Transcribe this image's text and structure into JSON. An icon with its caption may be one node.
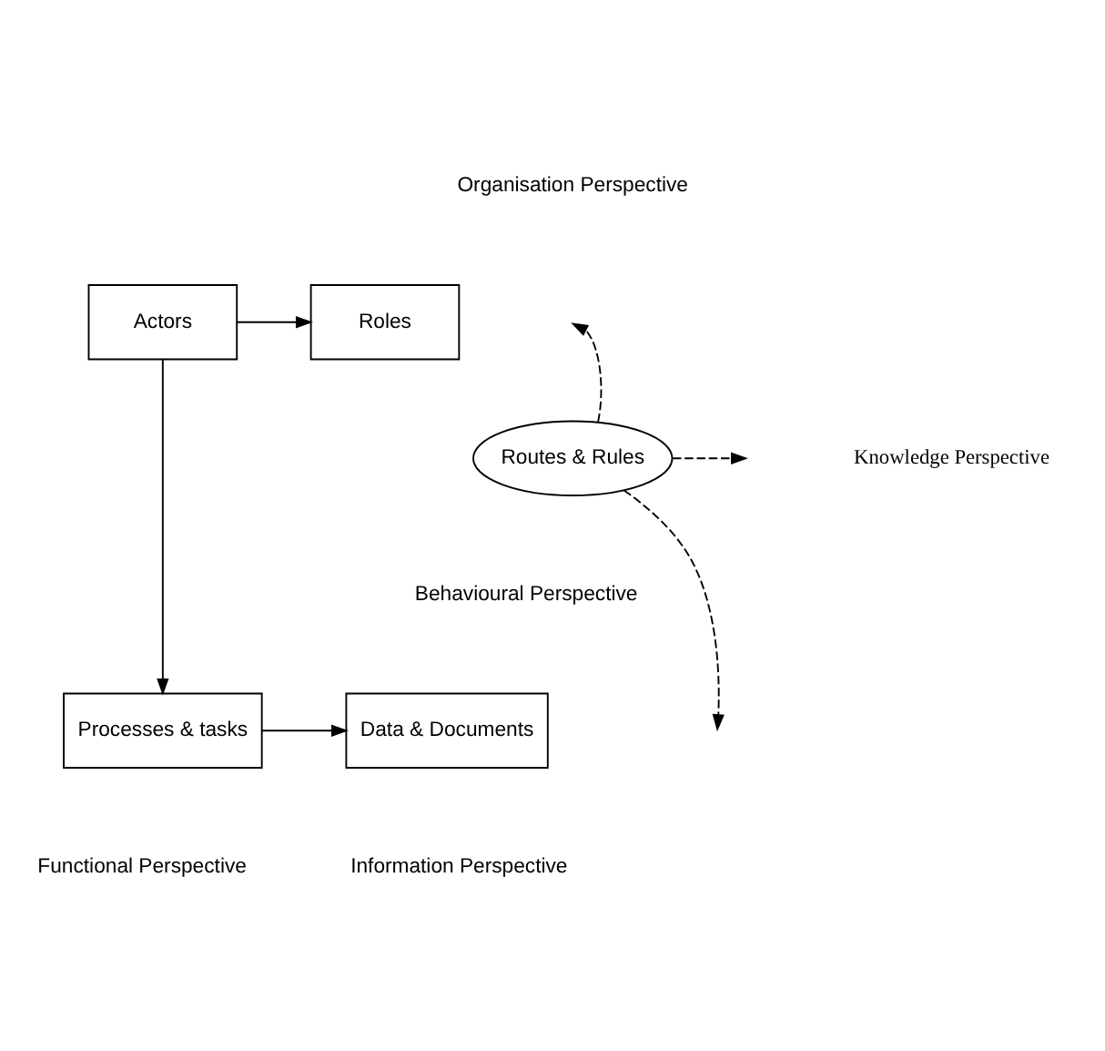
{
  "diagram": {
    "nodes": [
      {
        "text": [
          "Actors"
        ]
      },
      {
        "text": [
          "Roles"
        ]
      },
      {
        "text": [
          "Routes & Rules"
        ]
      },
      {
        "text": [
          "Processes & tasks"
        ]
      },
      {
        "text": [
          "Data & Documents"
        ]
      }
    ],
    "edges": [
      {
        "from": 0,
        "to": 1,
        "arrow": "to"
      },
      {
        "from": 0,
        "to": 3,
        "arrow": "to"
      },
      {
        "from": 3,
        "to": 4,
        "arrow": "to"
      },
      {
        "from": 2,
        "to": null,
        "arrow": "to",
        "style": "dashed"
      },
      {
        "from": 2,
        "to": null,
        "arrow": "to",
        "style": "dashed"
      },
      {
        "from": 2,
        "to": null,
        "arrow": "to",
        "style": "dashed"
      }
    ],
    "labels": [
      "Organisation Perspective",
      "Knowledge Perspective",
      "Behavioural Perspective",
      "Functional Perspective",
      "Information Perspective"
    ]
  }
}
